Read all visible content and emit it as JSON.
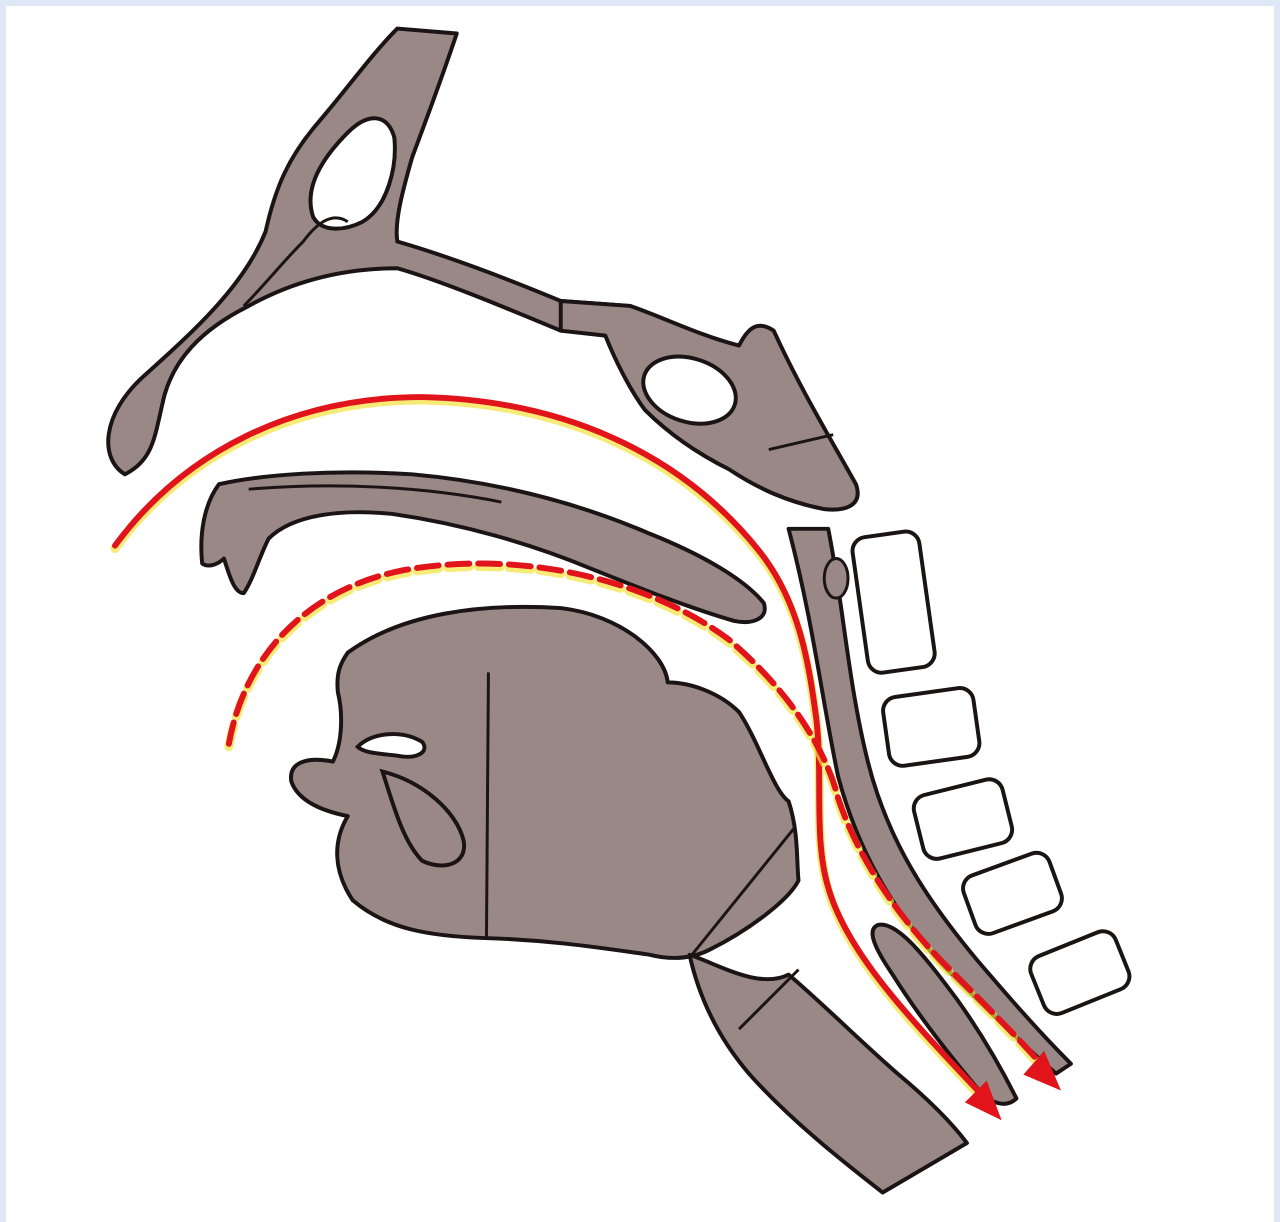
{
  "diagram": {
    "labels": [],
    "colors": {
      "background": "#ffffff",
      "frame": "#dfe6f5",
      "tissue": "#9a8886",
      "tissue_dark": "#8c7a78",
      "outline": "#1a1414",
      "airflow": "#e0141a",
      "airflow_highlight": "#f4e23a"
    },
    "elements": [
      "nasal-bone",
      "skull-base",
      "sphenoid-sinus",
      "palate",
      "tongue",
      "lower-lip",
      "teeth",
      "epiglottis",
      "larynx",
      "pharynx-wall",
      "cervical-vertebrae",
      "nasal-airflow-path",
      "oral-airflow-path"
    ]
  }
}
